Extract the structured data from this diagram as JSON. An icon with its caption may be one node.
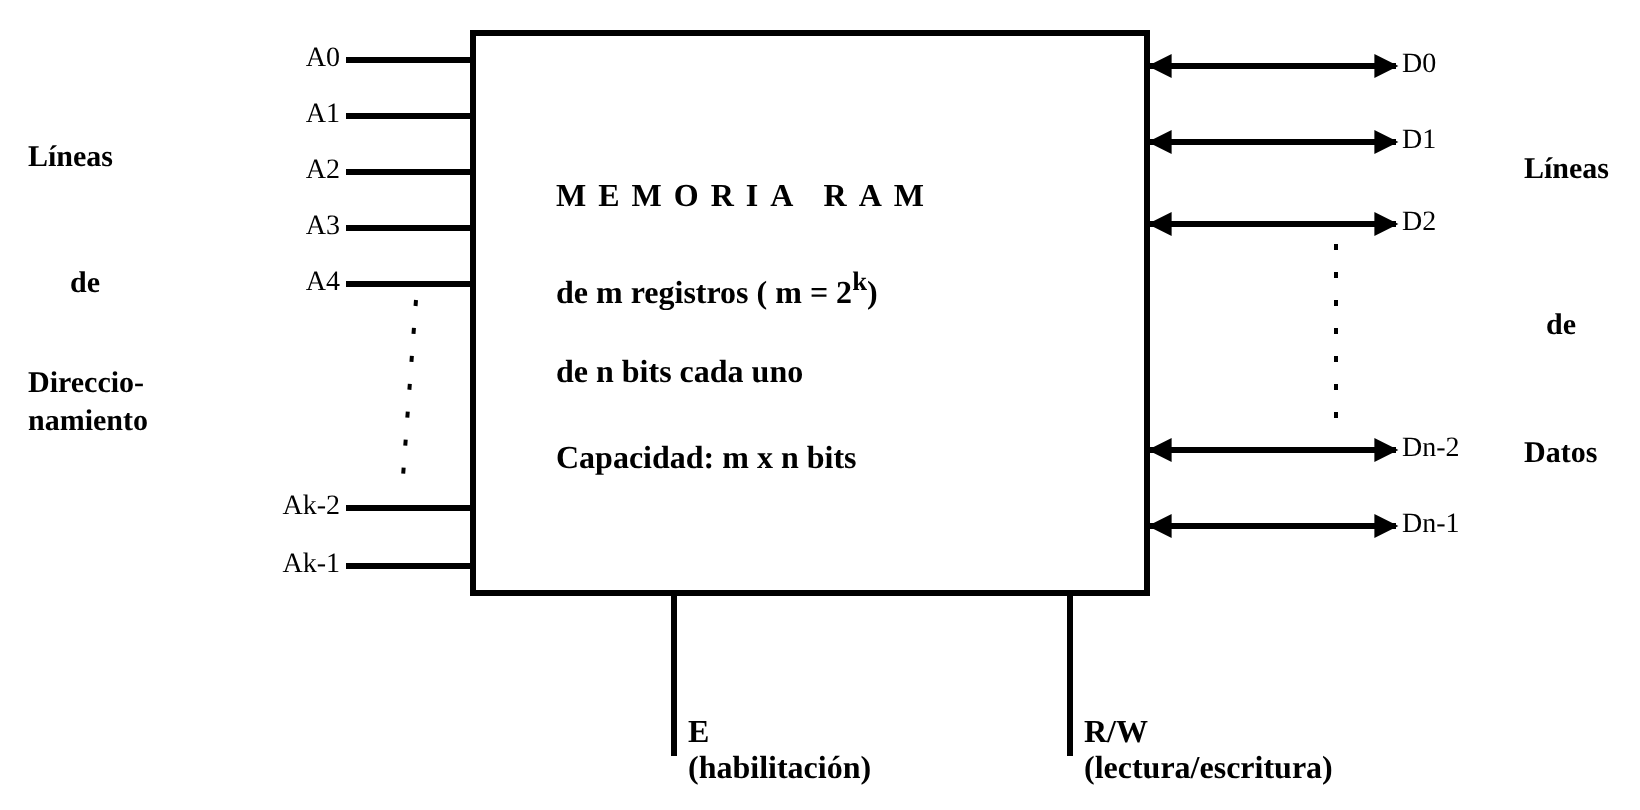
{
  "diagram": {
    "nodes": [
      {
        "text": [
          "MEMORIA RAM",
          "de m registros ( m = 2$^{k}$)",
          "de n bits cada uno",
          "Capacidad: m x n bits"
        ]
      },
      {
        "text": [
          "A0"
        ]
      },
      {
        "text": [
          "A1"
        ]
      },
      {
        "text": [
          "A2"
        ]
      },
      {
        "text": [
          "A3"
        ]
      },
      {
        "text": [
          "A4"
        ]
      },
      {
        "text": [
          "Ak-2"
        ]
      },
      {
        "text": [
          "Ak-1"
        ]
      },
      {
        "text": [
          "D0"
        ]
      },
      {
        "text": [
          "D1"
        ]
      },
      {
        "text": [
          "D2"
        ]
      },
      {
        "text": [
          "Dn-2"
        ]
      },
      {
        "text": [
          "Dn-1"
        ]
      },
      {
        "text": [
          "E",
          "(habilitación)"
        ]
      },
      {
        "text": [
          "R/W",
          "(lectura/escritura)"
        ]
      }
    ],
    "edges": [
      {
        "from": 1,
        "to": 0,
        "arrow": "none"
      },
      {
        "from": 2,
        "to": 0,
        "arrow": "none"
      },
      {
        "from": 3,
        "to": 0,
        "arrow": "none"
      },
      {
        "from": 4,
        "to": 0,
        "arrow": "none"
      },
      {
        "from": 5,
        "to": 0,
        "arrow": "none"
      },
      {
        "from": 6,
        "to": 0,
        "arrow": "none"
      },
      {
        "from": 7,
        "to": 0,
        "arrow": "none"
      },
      {
        "from": 0,
        "to": 8,
        "arrow": "both"
      },
      {
        "from": 0,
        "to": 9,
        "arrow": "both"
      },
      {
        "from": 0,
        "to": 10,
        "arrow": "both"
      },
      {
        "from": 0,
        "to": 11,
        "arrow": "both"
      },
      {
        "from": 0,
        "to": 12,
        "arrow": "both"
      },
      {
        "from": 13,
        "to": 0,
        "arrow": "none"
      },
      {
        "from": 14,
        "to": 0,
        "arrow": "none"
      }
    ],
    "labels": [
      "Líneas",
      "de",
      "Direccio- namiento",
      "Líneas",
      "de",
      "Datos"
    ]
  }
}
